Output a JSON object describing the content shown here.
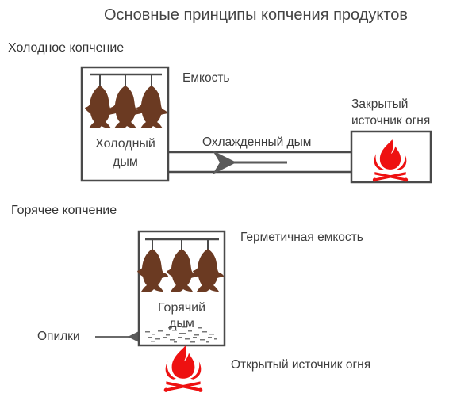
{
  "title": "Основные принципы копчения продуктов",
  "cold_smoking": {
    "heading": "Холодное копчение",
    "container_label": "Емкость",
    "inner_label_line1": "Холодный",
    "inner_label_line2": "дым",
    "pipe_label": "Охлажденный дым",
    "fire_label_line1": "Закрытый",
    "fire_label_line2": "источник огня",
    "fish_count": 3,
    "flow_direction": "from fire source to container"
  },
  "hot_smoking": {
    "heading": "Горячее копчение",
    "container_label": "Герметичная емкость",
    "inner_label_line1": "Горячий",
    "inner_label_line2": "дым",
    "sawdust_label": "Опилки",
    "fire_label": "Открытый источник огня",
    "fish_count": 3
  },
  "colors": {
    "fish": "#6b3a22",
    "fire": "#ee1111",
    "lines": "#4a4a4a",
    "arrow": "#5a5a5a"
  }
}
